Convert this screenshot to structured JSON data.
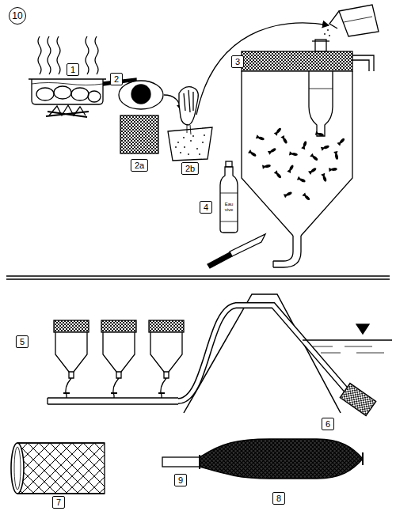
{
  "diagram": {
    "labels": [
      "10",
      "1",
      "2",
      "2a",
      "2b",
      "3",
      "4",
      "Eau vive",
      "5",
      "6",
      "7",
      "8",
      "9"
    ]
  }
}
